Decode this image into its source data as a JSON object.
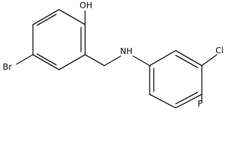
{
  "molecule": {
    "labels": {
      "hydroxyl": "OH",
      "bromine": "Br",
      "amine": "NH",
      "chlorine": "Cl",
      "fluorine": "F"
    }
  }
}
